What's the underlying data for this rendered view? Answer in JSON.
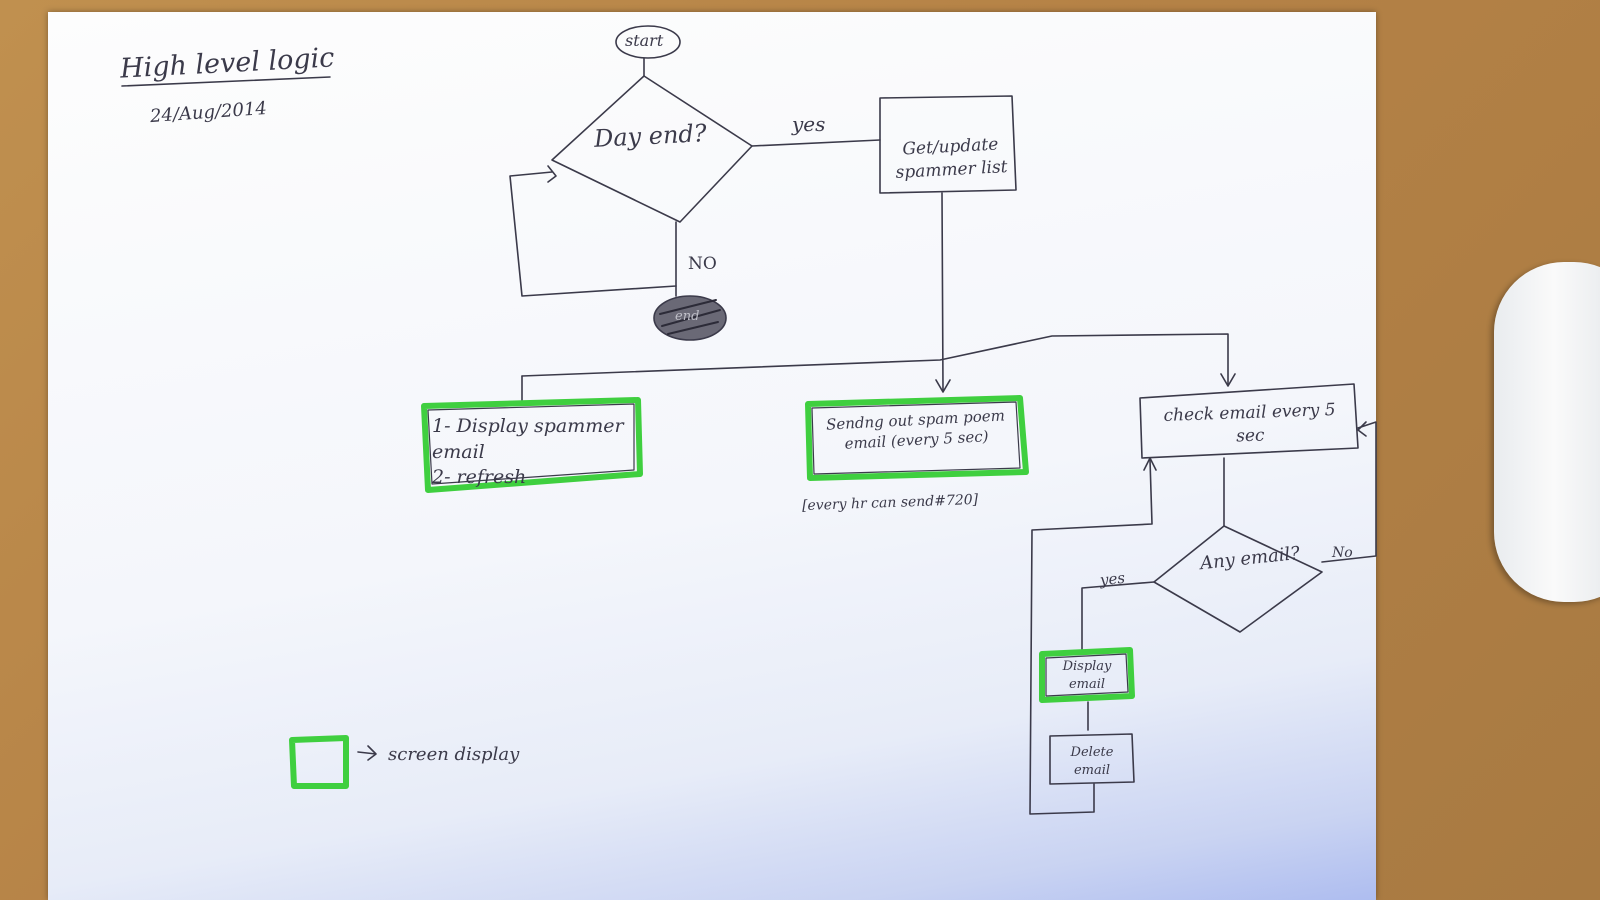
{
  "header": {
    "title": "High level logic",
    "date": "24/Aug/2014"
  },
  "nodes": {
    "start": "start",
    "end": "end",
    "day_end": "Day end?",
    "update_list": "Get/update spammer list",
    "display_spammer": "1- Display spammer email\n2- refresh",
    "sending_spam": "Sendng out spam poem email (every 5 sec)",
    "check_email": "check email every 5 sec",
    "any_email": "Any email?",
    "display_email": "Display email",
    "delete_email": "Delete email"
  },
  "edges": {
    "yes_top": "yes",
    "no_top": "NO",
    "yes_right": "yes",
    "no_right": "No"
  },
  "annotations": {
    "rate_note": "[every hr can send#720]",
    "legend": "screen display"
  },
  "colors": {
    "ink": "#3b3a4a",
    "highlight": "#3fcf3f"
  }
}
